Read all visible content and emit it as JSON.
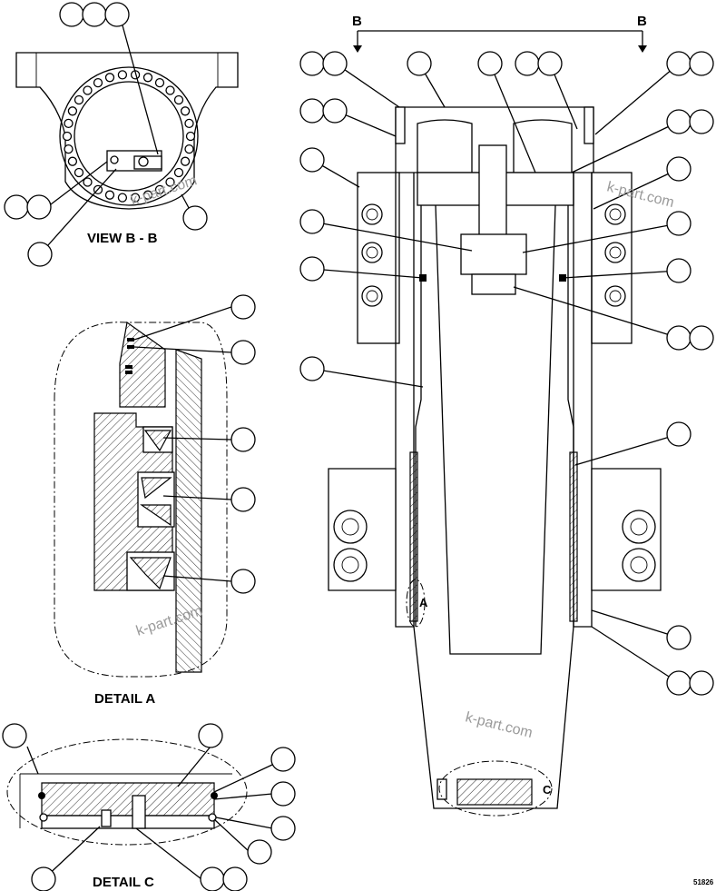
{
  "labels": {
    "view_bb": "VIEW B - B",
    "detail_a": "DETAIL A",
    "detail_c": "DETAIL C",
    "section_left": "B",
    "section_right": "B",
    "marker_a": "A",
    "marker_c": "C",
    "drawing_number": "51826"
  },
  "watermarks": [
    "k-part.com",
    "k-part.com",
    "k-part.com",
    "k-part.com"
  ]
}
